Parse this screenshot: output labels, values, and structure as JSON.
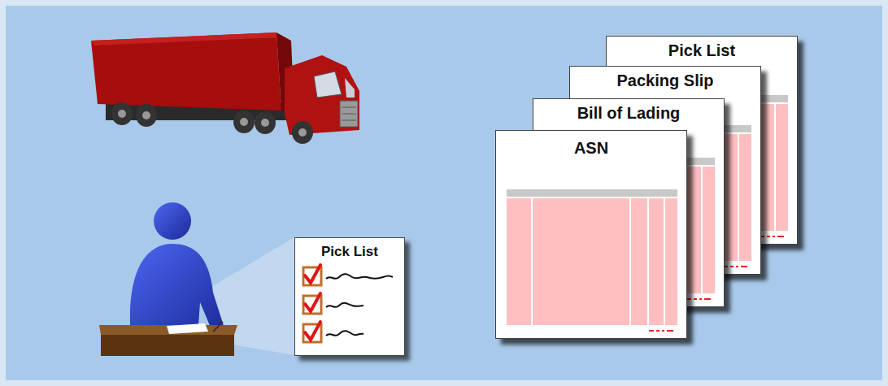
{
  "diagram": {
    "nodes": [
      {
        "text": [
          "Pick List"
        ]
      },
      {
        "text": [
          "Pick List"
        ]
      },
      {
        "text": [
          "Packing Slip"
        ]
      },
      {
        "text": [
          "Bill of Lading"
        ]
      },
      {
        "text": [
          "ASN"
        ]
      }
    ]
  }
}
